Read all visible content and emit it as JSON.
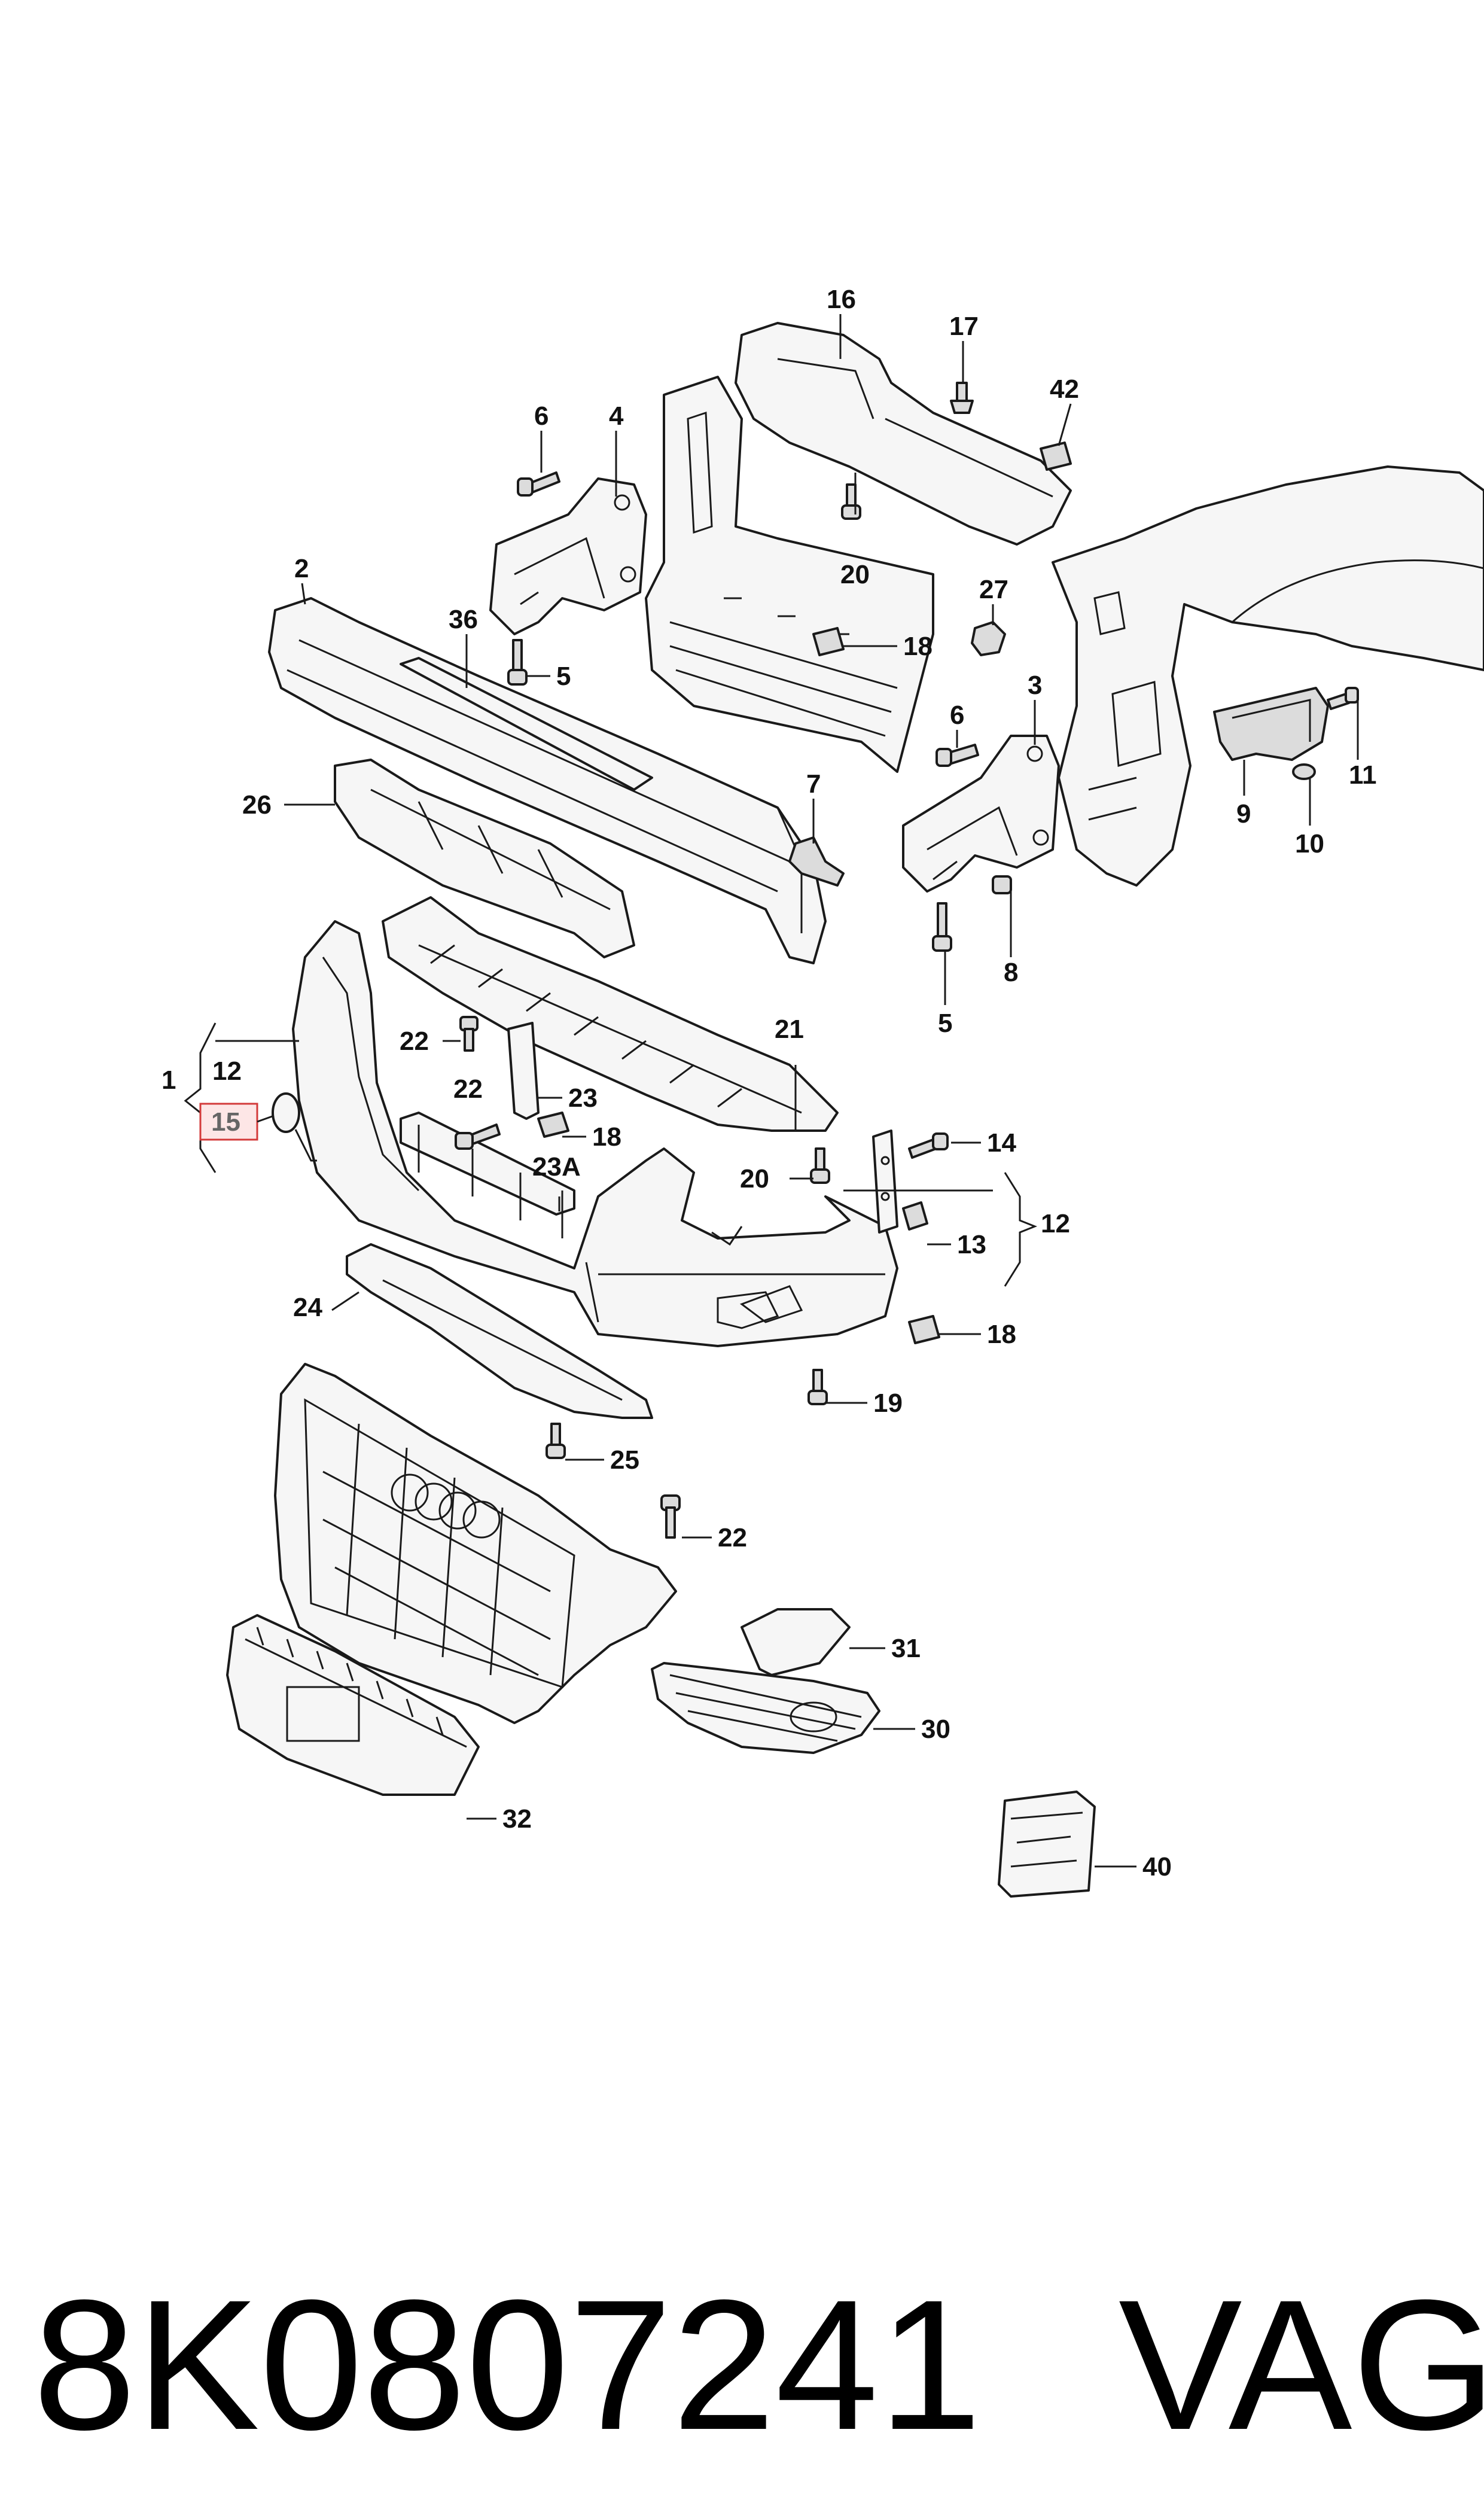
{
  "callouts": {
    "c1": "1",
    "c2": "2",
    "c3": "3",
    "c4": "4",
    "c5a": "5",
    "c5b": "5",
    "c6a": "6",
    "c6b": "6",
    "c7": "7",
    "c8": "8",
    "c9": "9",
    "c10": "10",
    "c11": "11",
    "c12a": "12",
    "c12b": "12",
    "c13": "13",
    "c14": "14",
    "c15": "15",
    "c16": "16",
    "c17": "17",
    "c18a": "18",
    "c18b": "18",
    "c18c": "18",
    "c19": "19",
    "c20a": "20",
    "c20b": "20",
    "c21": "21",
    "c22a": "22",
    "c22b": "22",
    "c22c": "22",
    "c23": "23",
    "c23a": "23A",
    "c24": "24",
    "c25": "25",
    "c26": "26",
    "c27": "27",
    "c30": "30",
    "c31": "31",
    "c32": "32",
    "c36": "36",
    "c40": "40",
    "c42": "42"
  },
  "highlighted_callout": "15",
  "footer": {
    "part_number": "8K0807241",
    "brand": "VAG"
  },
  "colors": {
    "highlight_fill": "#fde6e6",
    "highlight_stroke": "#d33a3a",
    "line": "#1a1a1a"
  }
}
